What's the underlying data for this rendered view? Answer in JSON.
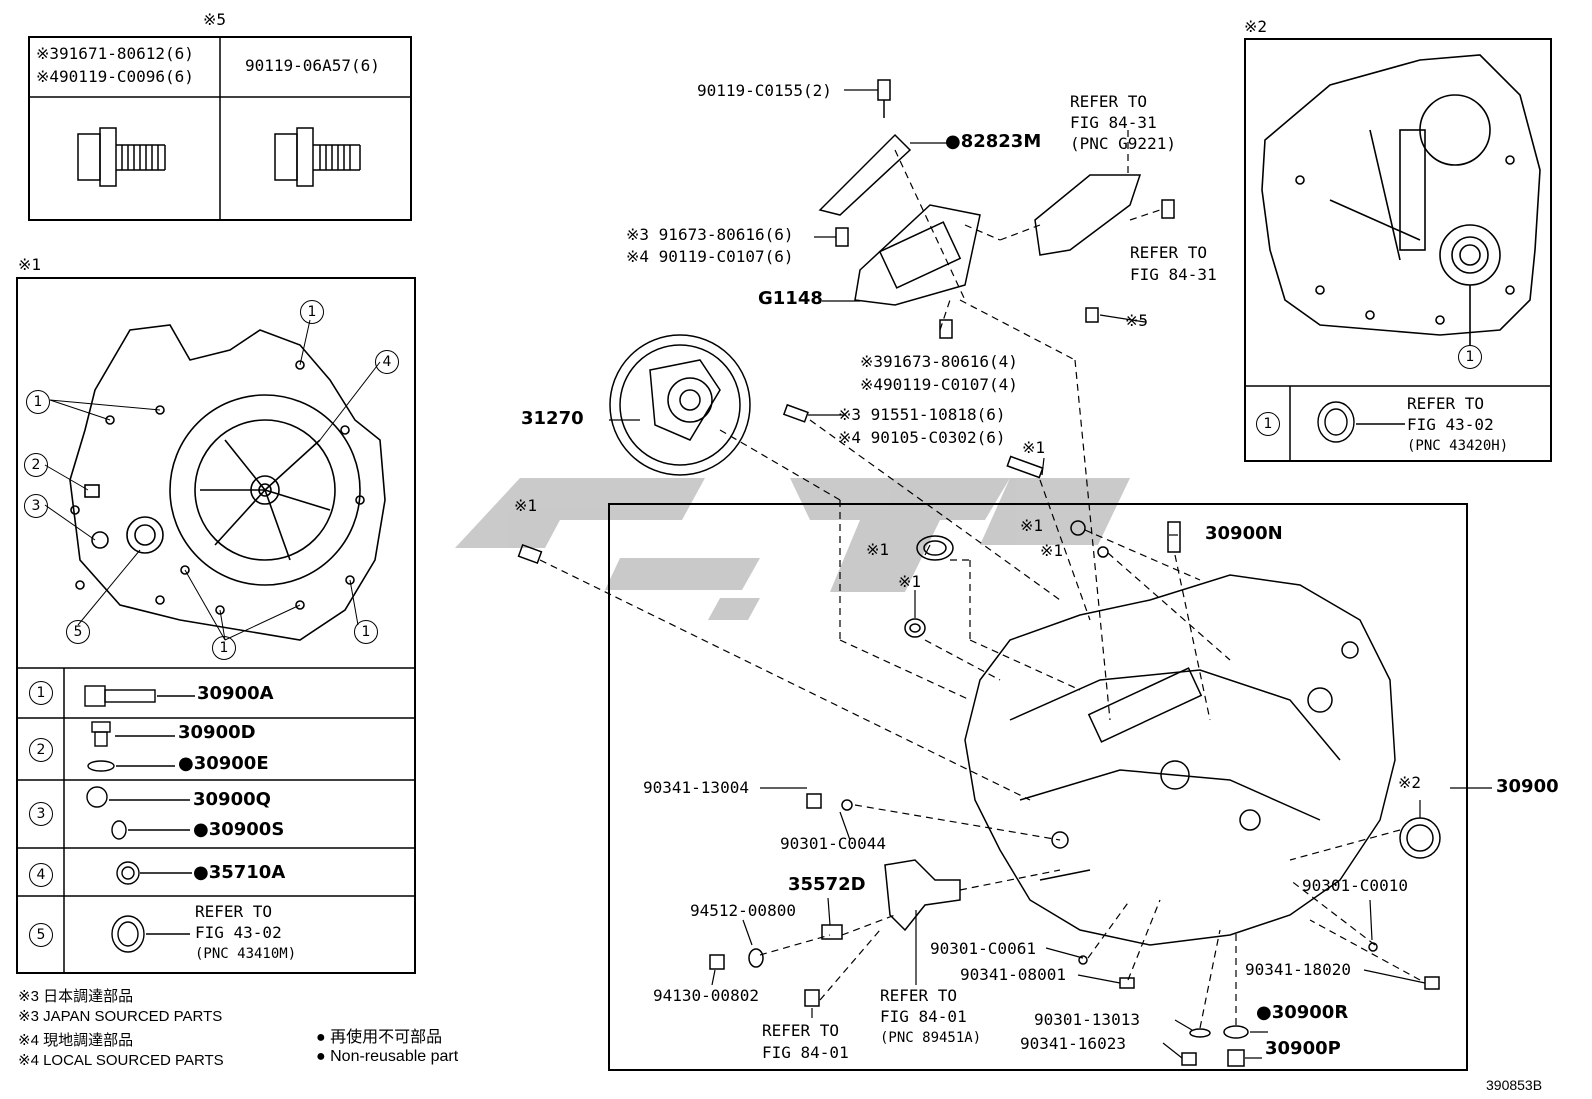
{
  "inset5": {
    "marker": "※5",
    "left_line1": "※391671-80612(6)",
    "left_line2": "※490119-C0096(6)",
    "right_line": "90119-06A57(6)"
  },
  "inset1": {
    "marker": "※1",
    "rows": [
      {
        "num": "1",
        "line1": "30900A",
        "line2": ""
      },
      {
        "num": "2",
        "line1": "30900D",
        "line2": "●30900E"
      },
      {
        "num": "3",
        "line1": "30900Q",
        "line2": "●30900S"
      },
      {
        "num": "4",
        "line1": "●35710A",
        "line2": ""
      },
      {
        "num": "5",
        "line1": "REFER TO",
        "line2": "FIG 43-02",
        "line3": "(PNC 43410M)"
      }
    ]
  },
  "inset2": {
    "marker": "※2",
    "row_num": "1",
    "ref1": "REFER TO",
    "ref2": "FIG 43-02",
    "ref3": "(PNC 43420H)"
  },
  "callouts": {
    "c1": "1",
    "c2": "2",
    "c3": "3",
    "c4": "4",
    "c5": "5"
  },
  "labels": {
    "p90119_c0155": "90119-C0155(2)",
    "p82823m": "●82823M",
    "refer_g9221_1": "REFER TO",
    "refer_g9221_2": "FIG 84-31",
    "refer_g9221_3": "(PNC G9221)",
    "refer_8431_1": "REFER TO",
    "refer_8431_2": "FIG 84-31",
    "p91673_6": "※3 91673-80616(6)",
    "p90119_c0107_6": "※4 90119-C0107(6)",
    "g1148": "G1148",
    "mark5": "※5",
    "p91673_4": "※391673-80616(4)",
    "p90119_c0107_4": "※490119-C0107(4)",
    "p31270": "31270",
    "p91551": "※3 91551-10818(6)",
    "p90105": "※4 90105-C0302(6)",
    "m1_a": "※1",
    "m1_b": "※1",
    "m1_c": "※1",
    "m1_d": "※1",
    "m1_e": "※1",
    "m1_f": "※1",
    "p30900n": "30900N",
    "p30900": "30900",
    "m2": "※2",
    "p90341_13004": "90341-13004",
    "p90301_c0044": "90301-C0044",
    "p35572d": "35572D",
    "p94512": "94512-00800",
    "p94130": "94130-00802",
    "refer_8401a_1": "REFER TO",
    "refer_8401a_2": "FIG 84-01",
    "refer_8401b_1": "REFER TO",
    "refer_8401b_2": "FIG 84-01",
    "refer_8401b_3": "(PNC 89451A)",
    "p90301_c0061": "90301-C0061",
    "p90341_08001": "90341-08001",
    "p90301_c0010": "90301-C0010",
    "p90341_18020": "90341-18020",
    "p30900r": "●30900R",
    "p90301_13013": "90301-13013",
    "p90341_16023": "90341-16023",
    "p30900p": "30900P"
  },
  "footnotes": {
    "jp3": "※3 日本調達部品",
    "en3": "※3 JAPAN SOURCED PARTS",
    "jp4": "※4 現地調達部品",
    "en4": "※4 LOCAL SOURCED PARTS",
    "jp_nr": "●  再使用不可部品",
    "en_nr": "●  Non-reusable part"
  },
  "diagram_id": "390853B",
  "watermark_color": "#b9b9b9"
}
